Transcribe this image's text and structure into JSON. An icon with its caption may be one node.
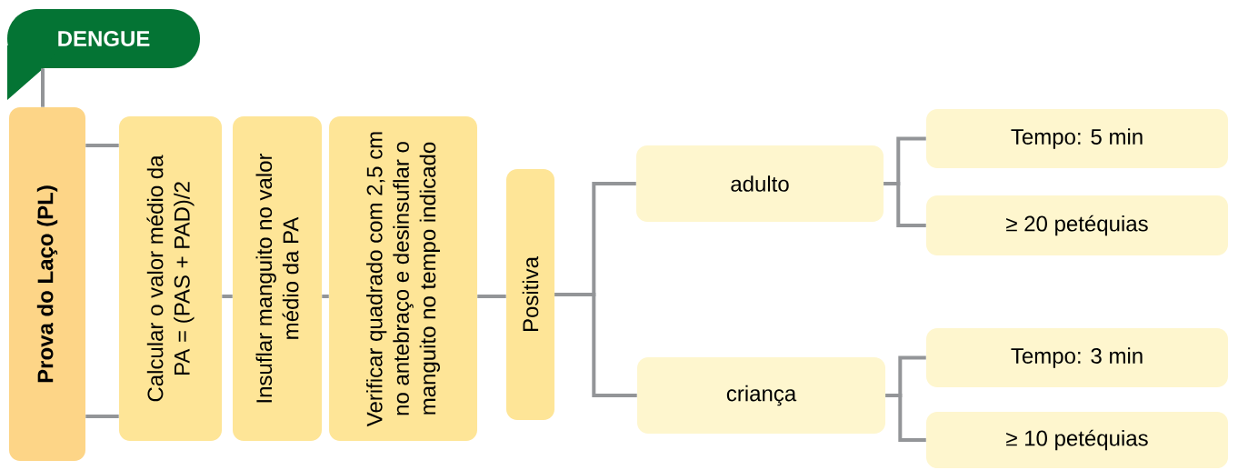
{
  "diagram": {
    "nodes": [
      {
        "text": [
          "DENGUE"
        ]
      },
      {
        "text": [
          "Prova do Laço (PL)"
        ]
      },
      {
        "text": [
          "Calcular o valor médio da PA = (PAS + PAD)/2"
        ]
      },
      {
        "text": [
          "Insuflar manguito no valor médio da PA"
        ]
      },
      {
        "text": [
          "Verificar quadrado com 2,5 cm no antebraço e desinsuflar o manguito no tempo indicado"
        ]
      },
      {
        "text": [
          "Positiva"
        ]
      },
      {
        "text": [
          "adulto"
        ]
      },
      {
        "text": [
          "Tempo: 5 min"
        ]
      },
      {
        "text": [
          "≥ 20 petéquias"
        ]
      },
      {
        "text": [
          "criança"
        ]
      },
      {
        "text": [
          "Tempo: 3 min"
        ]
      },
      {
        "text": [
          "≥ 10 petéquias"
        ]
      }
    ],
    "edges": [
      {
        "from": 0,
        "to": 1,
        "arrow": "none"
      },
      {
        "from": 1,
        "to": 2,
        "arrow": "none"
      },
      {
        "from": 1,
        "to": 2,
        "arrow": "none"
      },
      {
        "from": 2,
        "to": 3,
        "arrow": "none"
      },
      {
        "from": 3,
        "to": 4,
        "arrow": "none"
      },
      {
        "from": 4,
        "to": 5,
        "arrow": "none"
      },
      {
        "from": 5,
        "to": 6,
        "arrow": "none"
      },
      {
        "from": 5,
        "to": 9,
        "arrow": "none"
      },
      {
        "from": 6,
        "to": 7,
        "arrow": "none"
      },
      {
        "from": 6,
        "to": 8,
        "arrow": "none"
      },
      {
        "from": 9,
        "to": 10,
        "arrow": "none"
      },
      {
        "from": 9,
        "to": 11,
        "arrow": "none"
      }
    ]
  }
}
